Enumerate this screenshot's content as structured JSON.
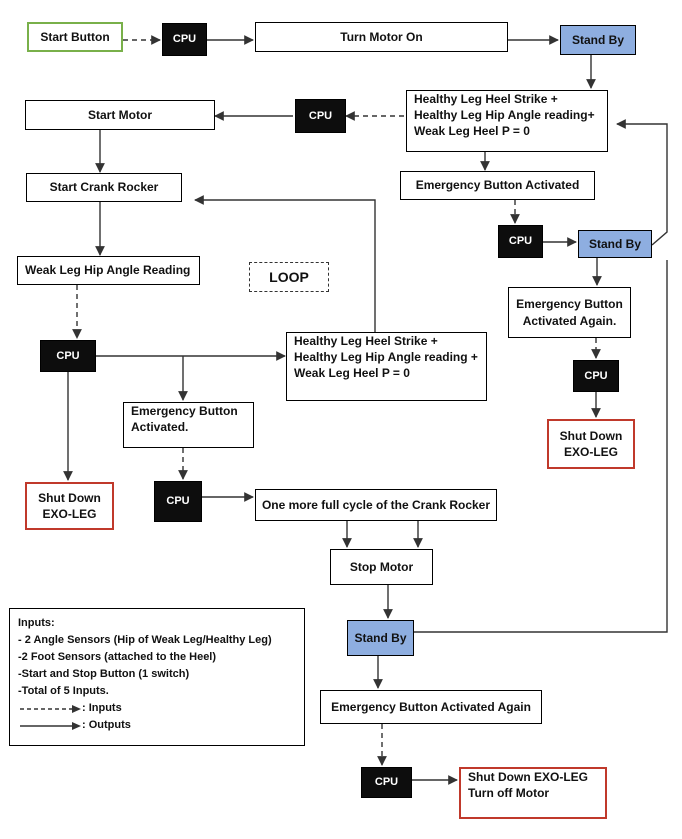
{
  "nodes": {
    "start_button": "Start Button",
    "cpu": "CPU",
    "turn_motor_on": "Turn Motor On",
    "stand_by": "Stand By",
    "start_motor": "Start Motor",
    "heel_strike_top": [
      "Healthy Leg Heel Strike +",
      "Healthy Leg Hip Angle reading+",
      "Weak Leg Heel P = 0"
    ],
    "start_crank_rocker": "Start Crank Rocker",
    "emergency_top": "Emergency Button Activated",
    "weak_leg_hip": "Weak Leg Hip Angle Reading",
    "loop": "LOOP",
    "emergency_again_right": [
      "Emergency Button",
      "Activated Again."
    ],
    "heel_strike_mid": [
      "Healthy Leg Heel Strike +",
      "Healthy Leg Hip Angle reading +",
      "Weak Leg Heel P = 0"
    ],
    "emergency_mid": [
      "Emergency Button",
      "Activated."
    ],
    "shut_down": [
      "Shut Down",
      "EXO-LEG"
    ],
    "full_cycle": "One more full cycle of the Crank Rocker",
    "stop_motor": "Stop Motor",
    "emergency_again_bottom": "Emergency Button Activated Again",
    "shut_down_final": [
      "Shut Down EXO-LEG",
      "Turn off Motor"
    ]
  },
  "legend": {
    "title": "Inputs:",
    "lines": [
      "- 2 Angle Sensors (Hip of Weak Leg/Healthy Leg)",
      "-2 Foot Sensors (attached to the Heel)",
      "-Start and Stop Button (1 switch)",
      "-Total of 5 Inputs."
    ],
    "inputs_label": ": Inputs",
    "outputs_label": ": Outputs"
  },
  "colors": {
    "cpu_fill": "#0d0d0d",
    "standby_fill": "#8eaee0",
    "start_border": "#79b04a",
    "shutdown_border": "#c0392b"
  }
}
